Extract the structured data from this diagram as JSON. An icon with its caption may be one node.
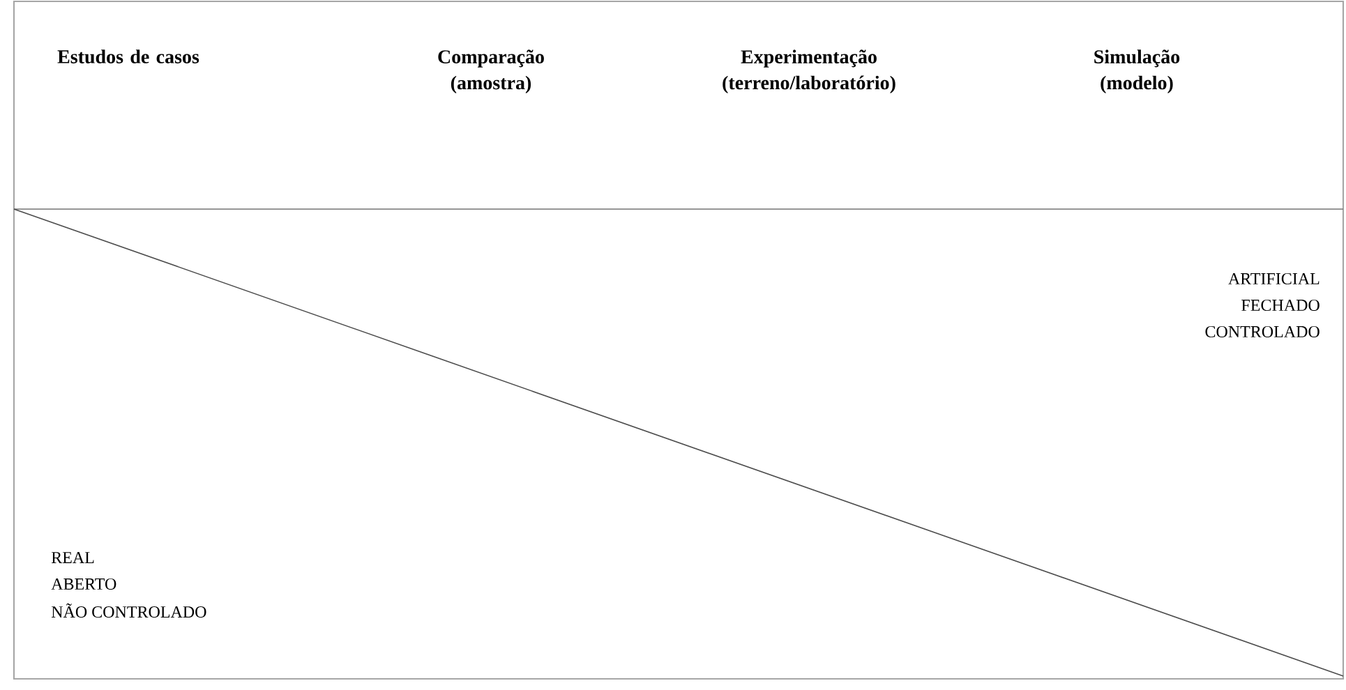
{
  "diagram": {
    "labels": [
      "Estudos de casos",
      "Comparação (amostra)",
      "Experimentação (terreno/laboratório)",
      "Simulação (modelo)",
      "ARTIFICIAL",
      "FECHADO",
      "CONTROLADO",
      "REAL",
      "ABERTO",
      "NÃO CONTROLADO"
    ]
  }
}
